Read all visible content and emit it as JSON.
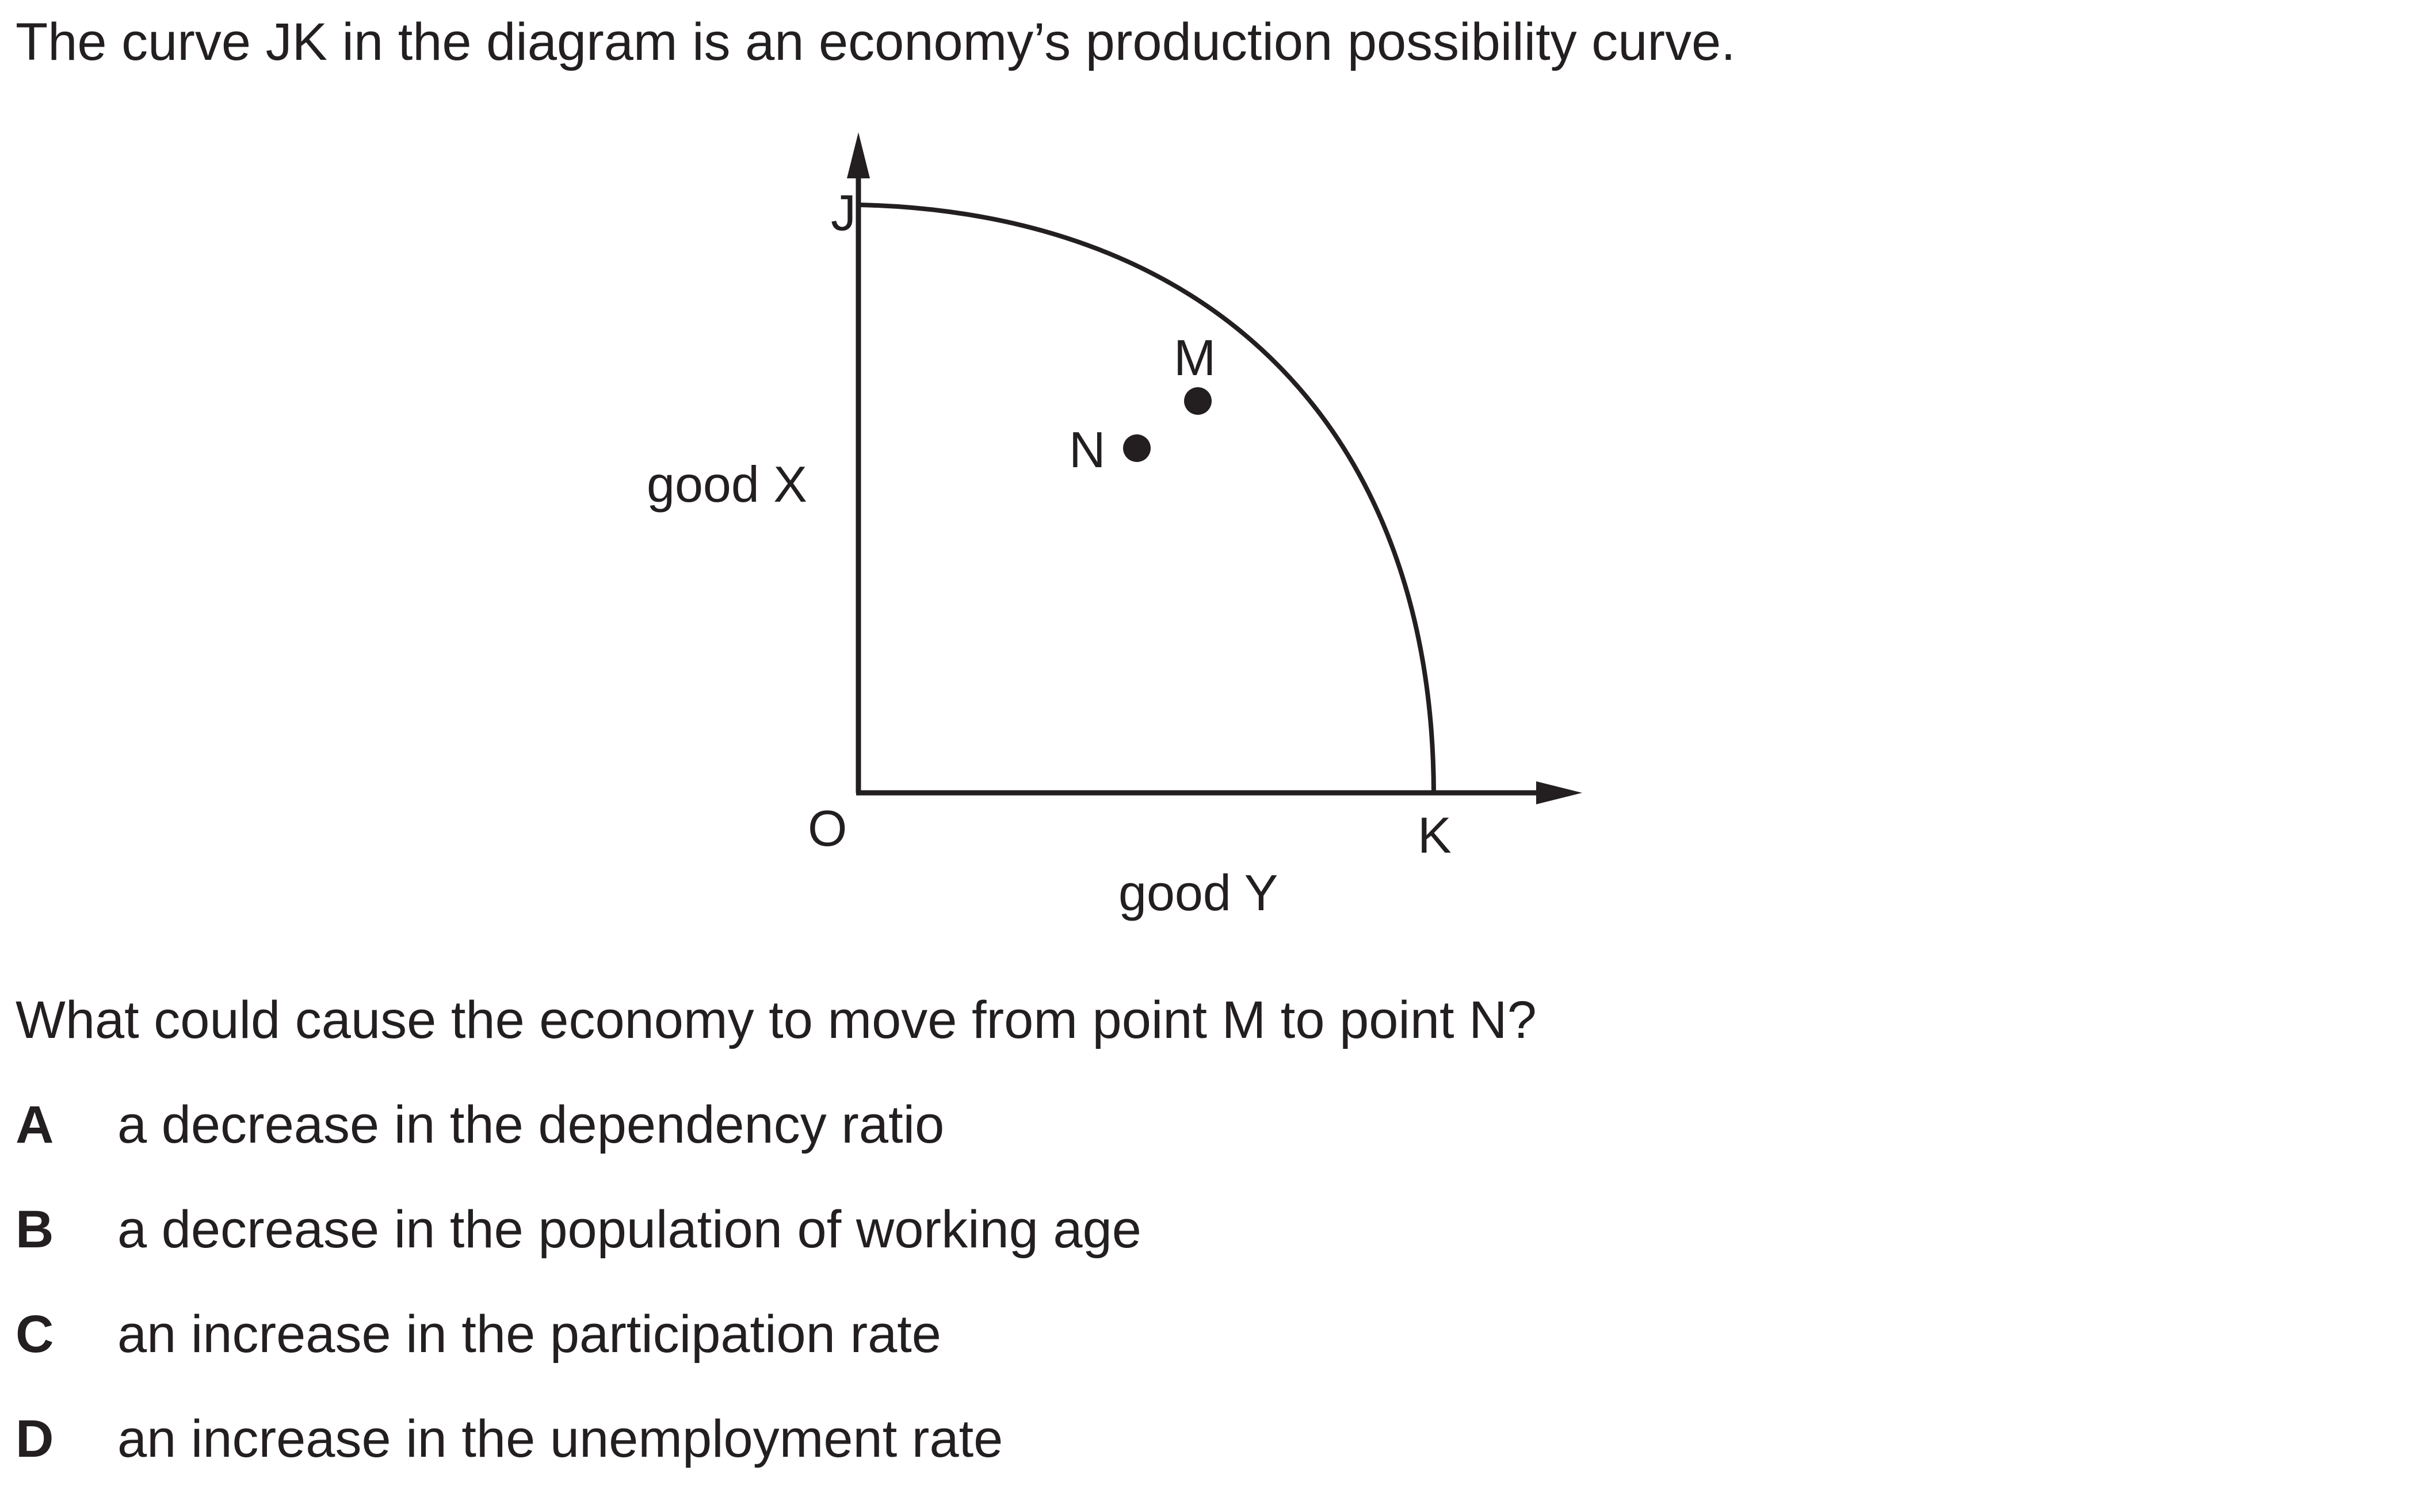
{
  "intro": "The curve JK in the diagram is an economy’s production possibility curve.",
  "diagram": {
    "y_axis_label": "good X",
    "x_axis_label": "good Y",
    "origin_label": "O",
    "curve_start_label": "J",
    "curve_end_label": "K",
    "point_m_label": "M",
    "point_n_label": "N"
  },
  "question": "What could cause the economy to move from point M to point N?",
  "options": [
    {
      "letter": "A",
      "text": "a decrease in the dependency ratio"
    },
    {
      "letter": "B",
      "text": "a decrease in the population of working age"
    },
    {
      "letter": "C",
      "text": "an increase in the participation rate"
    },
    {
      "letter": "D",
      "text": "an increase in the unemployment rate"
    }
  ],
  "colors": {
    "ink": "#231f20",
    "background": "#ffffff"
  }
}
